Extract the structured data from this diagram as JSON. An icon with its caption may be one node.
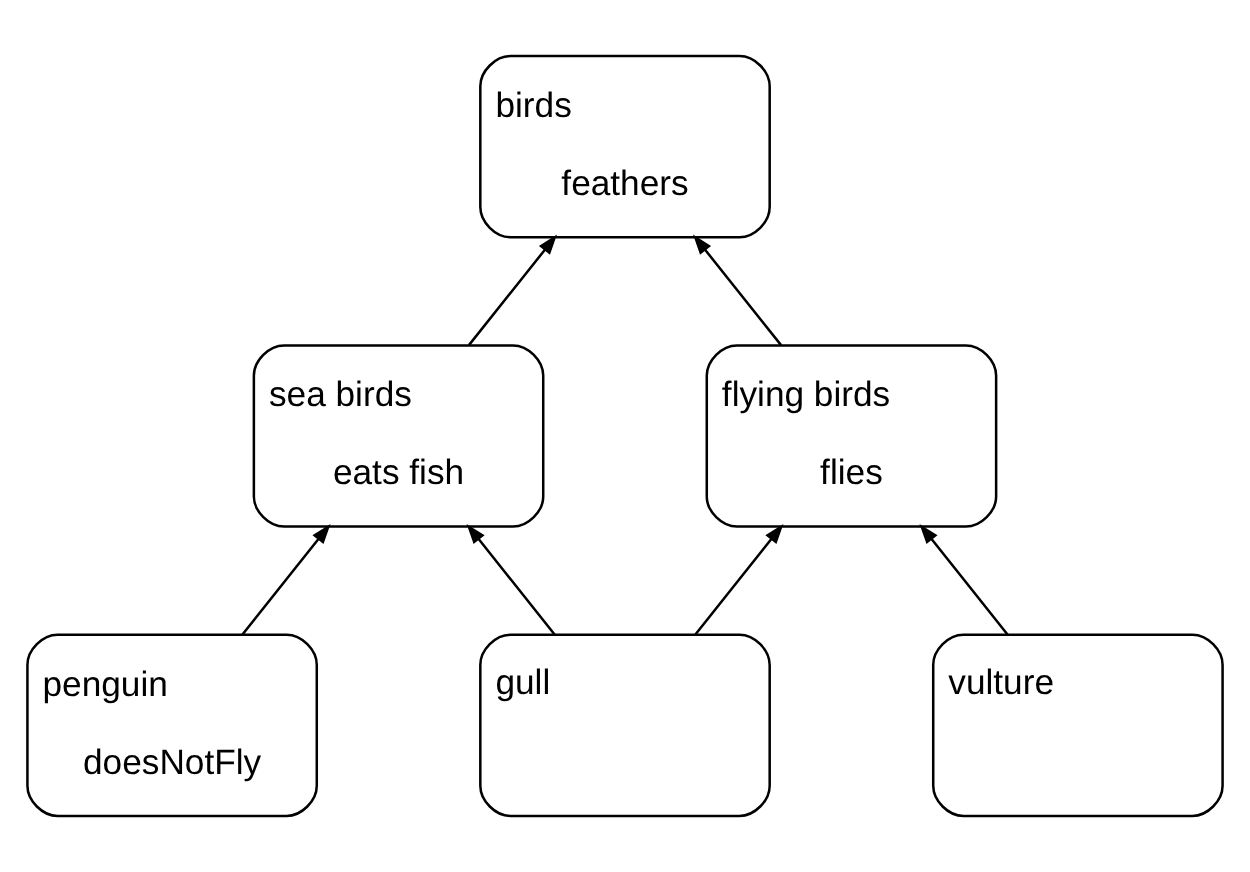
{
  "diagram": {
    "nodes": [
      {
        "text": [
          "birds",
          "feathers"
        ]
      },
      {
        "text": [
          "sea birds",
          "eats fish"
        ]
      },
      {
        "text": [
          "flying birds",
          "flies"
        ]
      },
      {
        "text": [
          "penguin",
          "doesNotFly"
        ]
      },
      {
        "text": [
          "gull"
        ]
      },
      {
        "text": [
          "vulture"
        ]
      }
    ],
    "edges": [
      {
        "from": 1,
        "to": 0,
        "arrow": "to"
      },
      {
        "from": 2,
        "to": 0,
        "arrow": "to"
      },
      {
        "from": 3,
        "to": 1,
        "arrow": "to"
      },
      {
        "from": 4,
        "to": 1,
        "arrow": "to"
      },
      {
        "from": 4,
        "to": 2,
        "arrow": "to"
      },
      {
        "from": 5,
        "to": 2,
        "arrow": "to"
      }
    ]
  }
}
